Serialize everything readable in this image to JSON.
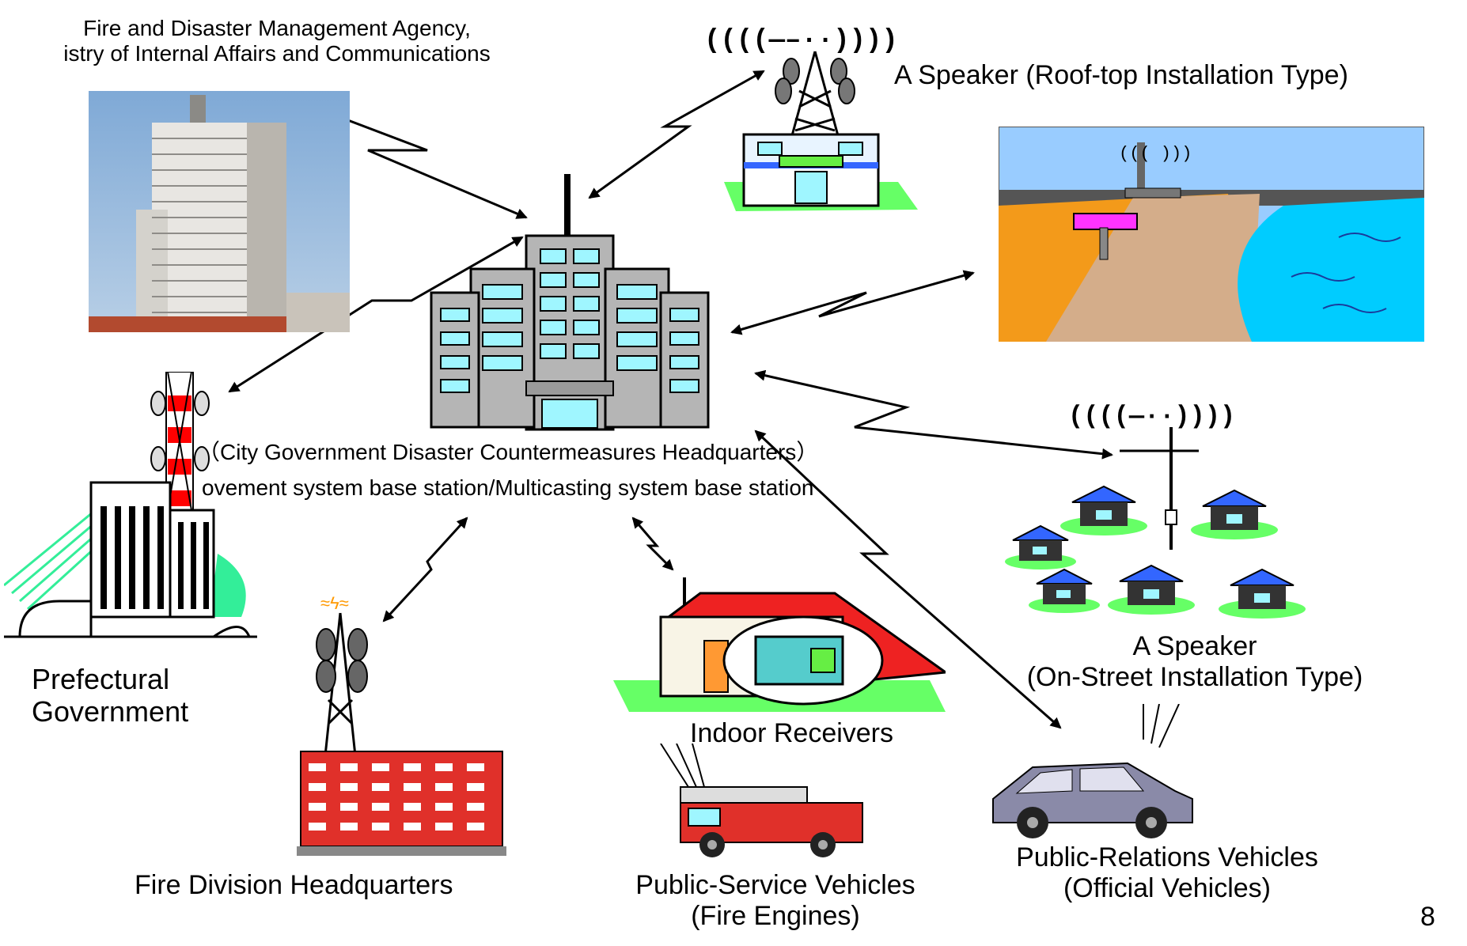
{
  "labels": {
    "fdma_line1": "Fire and Disaster Management Agency,",
    "fdma_line2": "istry of Internal Affairs and Communications",
    "speaker_roof": "A Speaker (Roof-top Installation Type)",
    "hq_line1": "（City Government Disaster Countermeasures Headquarters）",
    "hq_line2": "ovement system base station/Multicasting system base station",
    "pref_line1": "Prefectural",
    "pref_line2": "Government",
    "fire_hq": "Fire Division Headquarters",
    "indoor": "Indoor Receivers",
    "service_line1": "Public-Service Vehicles",
    "service_line2": "(Fire Engines)",
    "speaker_street_line1": "A Speaker",
    "speaker_street_line2": "(On-Street Installation Type)",
    "pr_line1": "Public-Relations Vehicles",
    "pr_line2": "(Official Vehicles)",
    "page_number": "8"
  },
  "colors": {
    "sea": "#00ccff",
    "sky": "#99ccff",
    "building_red": "#e0302a",
    "house_blue": "#3366ff",
    "grass": "#66ff66",
    "window_cyan": "#9ff6ff",
    "car_purple": "#8a8aa8",
    "mint": "#33ee99"
  }
}
